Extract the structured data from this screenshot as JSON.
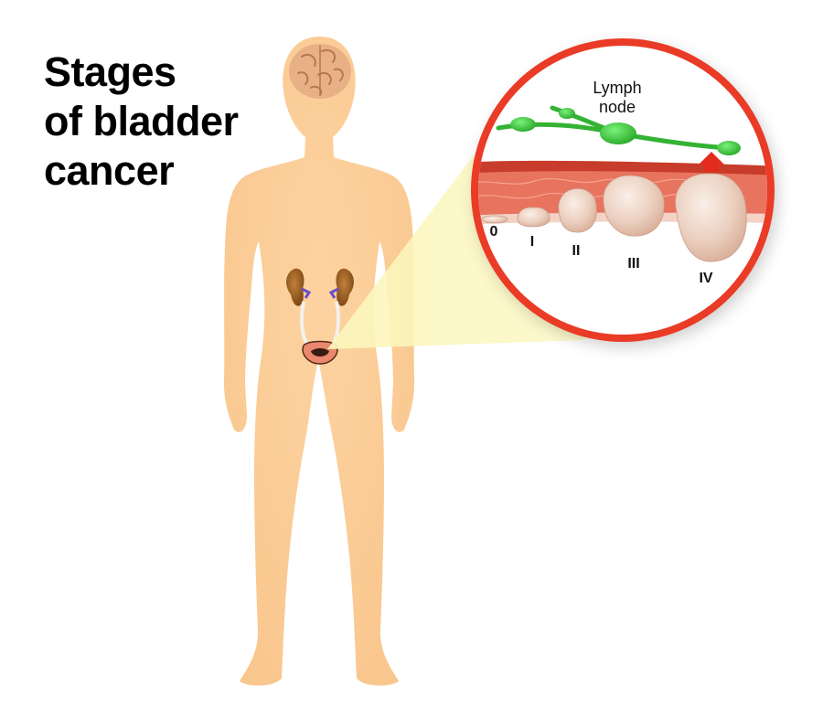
{
  "title": {
    "line1": "Stages",
    "line2": "of bladder",
    "line3": "cancer"
  },
  "callout": {
    "lymph_line1": "Lymph",
    "lymph_line2": "node"
  },
  "stages": [
    {
      "label": "0"
    },
    {
      "label": "I"
    },
    {
      "label": "II"
    },
    {
      "label": "III"
    },
    {
      "label": "IV"
    }
  ],
  "colors": {
    "skin": "#FDCF98",
    "callout_ring": "#EA3A28",
    "lymph_vessel": "#34B234",
    "lymph_node": "#45D645",
    "arrow": "#E52C1C",
    "muscle": "#E8735E",
    "tumor": "#F1DBCF",
    "beam": "#FBF5B7"
  }
}
